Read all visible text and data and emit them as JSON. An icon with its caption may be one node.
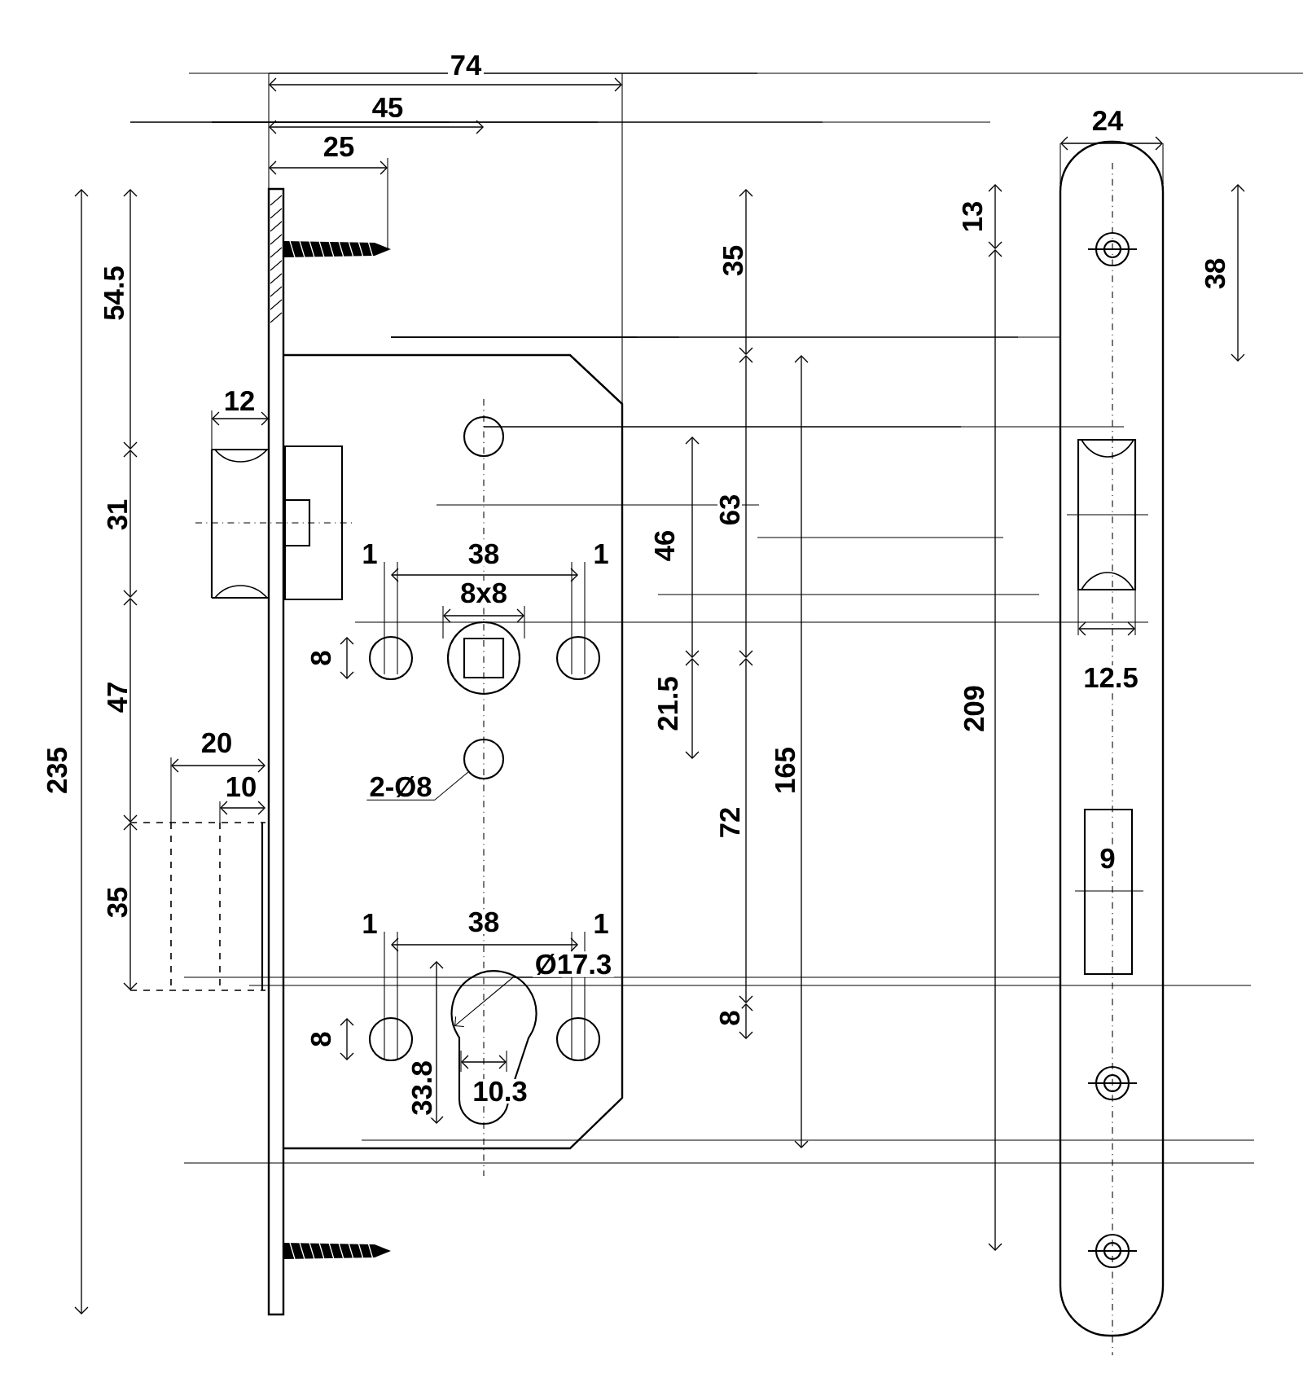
{
  "diagram": {
    "nodes": [
      {
        "text": [
          "2-Ø8"
        ]
      },
      {
        "text": [],
        "shape": "circle"
      }
    ],
    "edges": [
      {
        "from": 0,
        "to": 1,
        "arrow": "none"
      }
    ],
    "labels": [
      "74",
      "45",
      "25",
      "24",
      "13",
      "35",
      "38",
      "54.5",
      "12",
      "31",
      "63",
      "1",
      "38",
      "1",
      "8x8",
      "46",
      "8",
      "12.5",
      "209",
      "47",
      "21.5",
      "235",
      "165",
      "20",
      "10",
      "72",
      "9",
      "35",
      "1",
      "38",
      "1",
      "Ø17.3",
      "8",
      "8",
      "33.8",
      "10.3"
    ]
  }
}
